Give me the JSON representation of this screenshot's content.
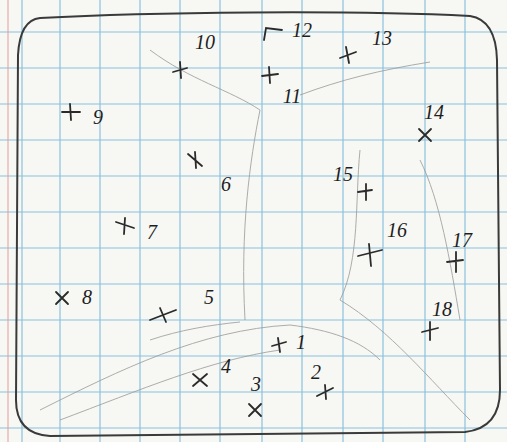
{
  "diagram": {
    "labels": [
      "10",
      "12",
      "13",
      "9",
      "11",
      "14",
      "6",
      "15",
      "16",
      "17",
      "7",
      "8",
      "5",
      "18",
      "1",
      "4",
      "2",
      "3"
    ]
  }
}
